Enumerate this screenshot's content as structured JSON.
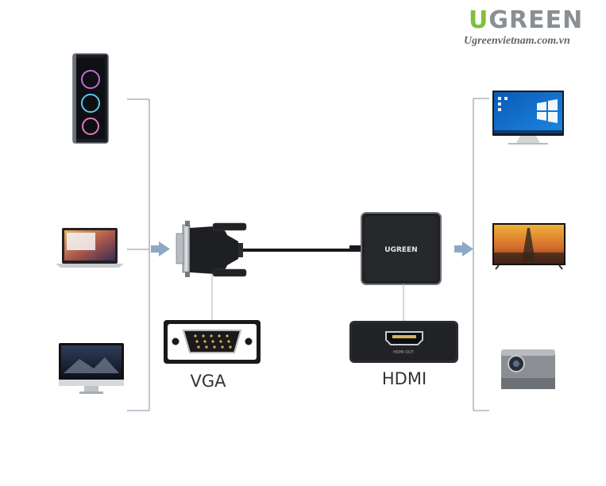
{
  "brand": {
    "logo_text": "UGREEN",
    "logo_first_letter": "U",
    "logo_rest": "GREEN",
    "website": "Ugreenvietnam.com.vn"
  },
  "adapter": {
    "brand_label": "UGREEN"
  },
  "ports": {
    "vga_label": "VGA",
    "hdmi_label": "HDMI",
    "hdmi_port_text": "HDMI OUT"
  },
  "sources": [
    "desktop-tower-icon",
    "laptop-icon",
    "all-in-one-pc-icon"
  ],
  "displays": [
    "monitor-icon",
    "tv-icon",
    "projector-icon"
  ],
  "colors": {
    "logo_green": "#7fbf3f",
    "logo_gray": "#8a8f94",
    "line_gray": "#9aa9b8",
    "arrow_blue": "#8da8c6"
  }
}
